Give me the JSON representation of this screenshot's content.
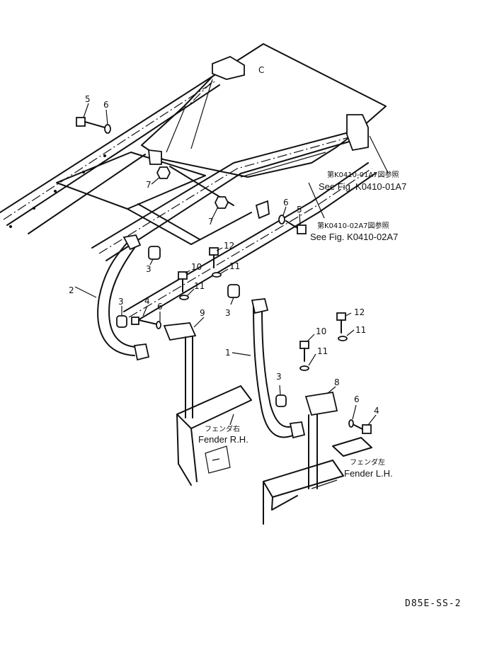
{
  "callouts": {
    "c1": "1",
    "c2": "2",
    "c3a": "3",
    "c3b": "3",
    "c3c": "3",
    "c3d": "3",
    "c4a": "4",
    "c4b": "4",
    "c5a": "5",
    "c5b": "5",
    "c6a": "6",
    "c6b": "6",
    "c6c": "6",
    "c6d": "6",
    "c7a": "7",
    "c7b": "7",
    "c8": "8",
    "c9": "9",
    "c10a": "10",
    "c10b": "10",
    "c11a": "11",
    "c11b": "11",
    "c11c": "11",
    "c11d": "11",
    "c12a": "12",
    "c12b": "12"
  },
  "references": {
    "ref1_jp": "第K0410-01A7図参照",
    "ref1_en": "See Fig. K0410-01A7",
    "ref2_jp": "第K0410-02A7図参照",
    "ref2_en": "See Fig. K0410-02A7"
  },
  "fenders": {
    "rh_jp": "フェンダ右",
    "rh_en": "Fender R.H.",
    "lh_jp": "フェンダ左",
    "lh_en": "Fender L.H."
  },
  "misc": {
    "cover_mark": "C"
  },
  "drawing_code": "D85E-SS-2"
}
